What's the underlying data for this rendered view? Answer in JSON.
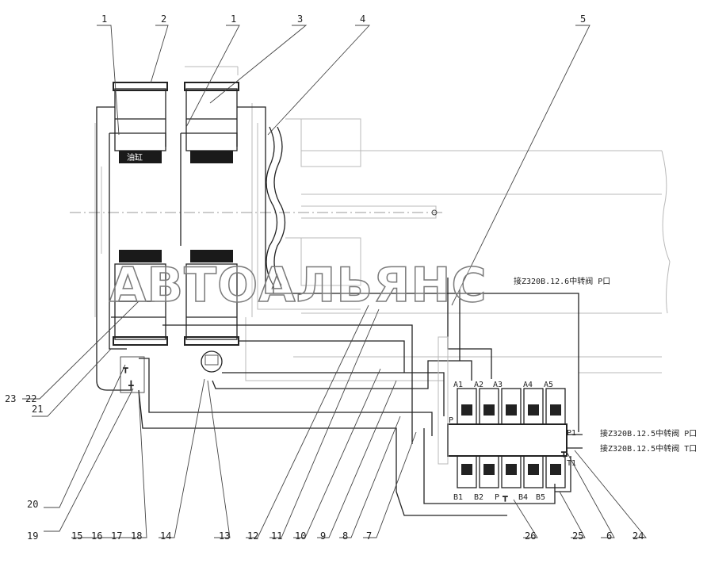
{
  "watermark": "АВТОАЛЬЯНС",
  "callouts_top": [
    "1",
    "2",
    "1",
    "3",
    "4",
    "5"
  ],
  "callouts_bottom": [
    "23",
    "22",
    "21",
    "20",
    "19",
    "15",
    "16",
    "17",
    "18",
    "14",
    "13",
    "12",
    "11",
    "10",
    "9",
    "8",
    "7",
    "26",
    "25",
    "6",
    "24"
  ],
  "valve_ports_top": [
    "A1",
    "A2",
    "A3",
    "A4",
    "A5"
  ],
  "valve_ports_bottom": [
    "B1",
    "B2",
    "B4",
    "B5"
  ],
  "port_p": "P",
  "port_p_inlet": "P",
  "note_top": "接Z320B.12.6中转阀 P口",
  "note_mid_1": "接Z320B.12.5中转阀 P口",
  "note_mid_2": "接Z320B.12.5中转阀 T口",
  "port_p1": "P1",
  "port_t1": "T1",
  "cylinder_plate_text": "油缸"
}
